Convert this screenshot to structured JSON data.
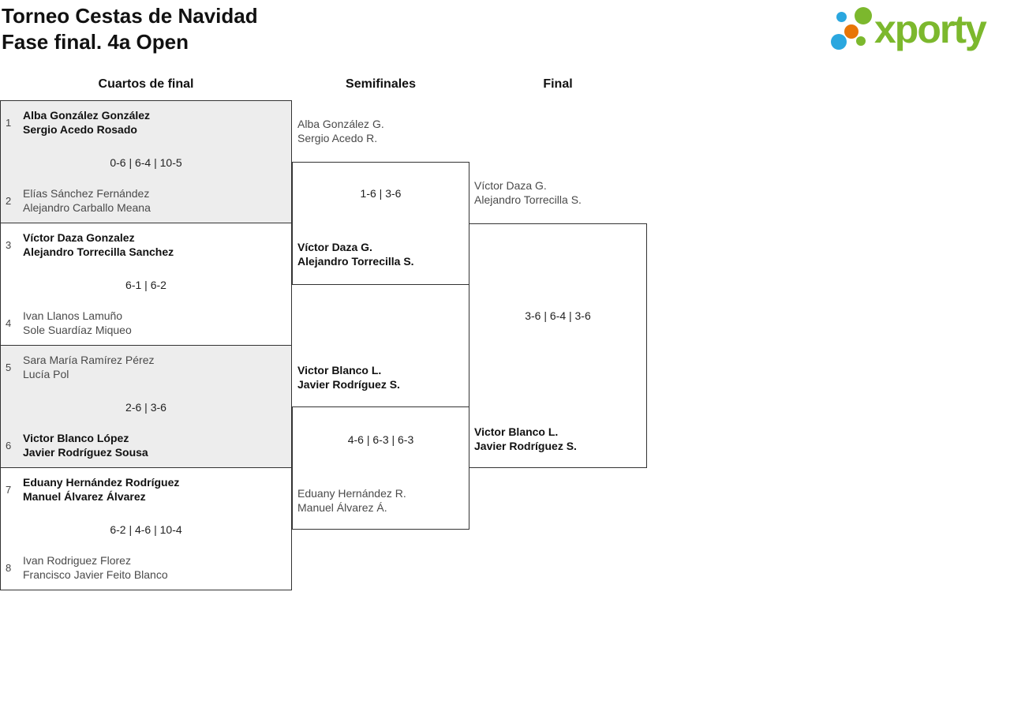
{
  "header": {
    "title_line1": "Torneo Cestas de Navidad",
    "title_line2": "Fase final. 4a Open",
    "logo_text": "xporty"
  },
  "brand_colors": {
    "green": "#7cb82d",
    "blue": "#2aa7df",
    "orange": "#e87506"
  },
  "box_colors": {
    "shaded_background": "#ededed",
    "border": "#333333"
  },
  "columns": {
    "quarterfinals": "Cuartos de final",
    "semifinals": "Semifinales",
    "final": "Final"
  },
  "bracket": {
    "quarterfinals": [
      {
        "team1": {
          "seed": "1",
          "players": [
            "Alba González González",
            "Sergio Acedo Rosado"
          ],
          "winner": true
        },
        "score": "0-6 | 6-4 | 10-5",
        "team2": {
          "seed": "2",
          "players": [
            "Elías Sánchez Fernández",
            "Alejandro Carballo Meana"
          ],
          "winner": false
        }
      },
      {
        "team1": {
          "seed": "3",
          "players": [
            "Víctor Daza Gonzalez",
            "Alejandro Torrecilla Sanchez"
          ],
          "winner": true
        },
        "score": "6-1 | 6-2",
        "team2": {
          "seed": "4",
          "players": [
            "Ivan Llanos Lamuño",
            "Sole Suardíaz Miqueo"
          ],
          "winner": false
        }
      },
      {
        "team1": {
          "seed": "5",
          "players": [
            "Sara María Ramírez Pérez",
            "Lucía Pol"
          ],
          "winner": false
        },
        "score": "2-6 | 3-6",
        "team2": {
          "seed": "6",
          "players": [
            "Victor Blanco López",
            "Javier Rodríguez Sousa"
          ],
          "winner": true
        }
      },
      {
        "team1": {
          "seed": "7",
          "players": [
            "Eduany Hernández Rodríguez",
            "Manuel Álvarez Álvarez"
          ],
          "winner": true
        },
        "score": "6-2 | 4-6 | 10-4",
        "team2": {
          "seed": "8",
          "players": [
            "Ivan Rodriguez Florez",
            "Francisco Javier Feito Blanco"
          ],
          "winner": false
        }
      }
    ],
    "semifinals": [
      {
        "team1": {
          "players": [
            "Alba González G.",
            "Sergio Acedo R."
          ],
          "winner": false
        },
        "score": "1-6 | 3-6",
        "team2": {
          "players": [
            "Víctor Daza G.",
            "Alejandro Torrecilla S."
          ],
          "winner": true
        }
      },
      {
        "team1": {
          "players": [
            "Victor Blanco L.",
            "Javier Rodríguez S."
          ],
          "winner": true
        },
        "score": "4-6 | 6-3 | 6-3",
        "team2": {
          "players": [
            "Eduany Hernández R.",
            "Manuel Álvarez Á."
          ],
          "winner": false
        }
      }
    ],
    "final": {
      "team1": {
        "players": [
          "Víctor Daza G.",
          "Alejandro Torrecilla S."
        ],
        "winner": false
      },
      "score": "3-6 | 6-4 | 3-6",
      "team2": {
        "players": [
          "Victor Blanco L.",
          "Javier Rodríguez S."
        ],
        "winner": true
      }
    }
  }
}
